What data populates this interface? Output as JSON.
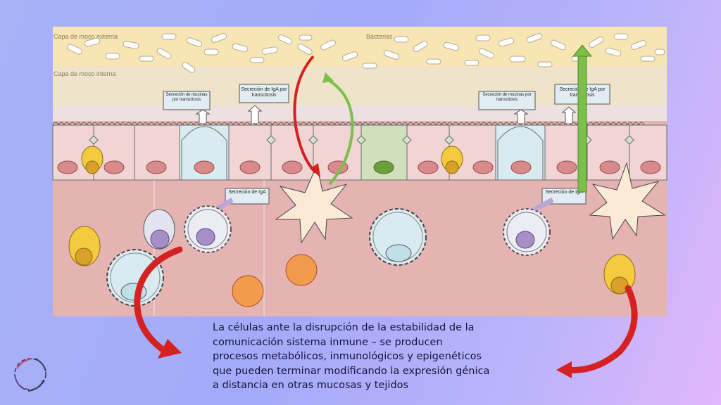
{
  "diagram": {
    "labels": {
      "outer_mucus": "Capa de moco externa",
      "inner_mucus": "Capa de moco interna",
      "bacteria": "Bacterias",
      "mucin_secretion": "Secreción de mucinas por transcitosis",
      "iga_secretion_transcytosis": "Secreción de IgA por transcitosis",
      "iga_secretion": "Secreción de IgA"
    }
  },
  "caption": {
    "lines": [
      "La células ante la disrupción de la estabilidad de la",
      "comunicación sistema inmune – se producen",
      "procesos metabólicos, inmunológicos y epigenéticos",
      "que pueden terminar modificando la expresión génica",
      "a distancia en otras mucosas y tejidos"
    ]
  },
  "colors": {
    "outer_mucus": "#f7e6b4",
    "inner_mucus": "#efe4c9",
    "epithelium": "#f1d4d4",
    "lamina_propria": "#e6b3b3",
    "red_arrow": "#d42222",
    "green_arrow": "#7cbf4a"
  }
}
